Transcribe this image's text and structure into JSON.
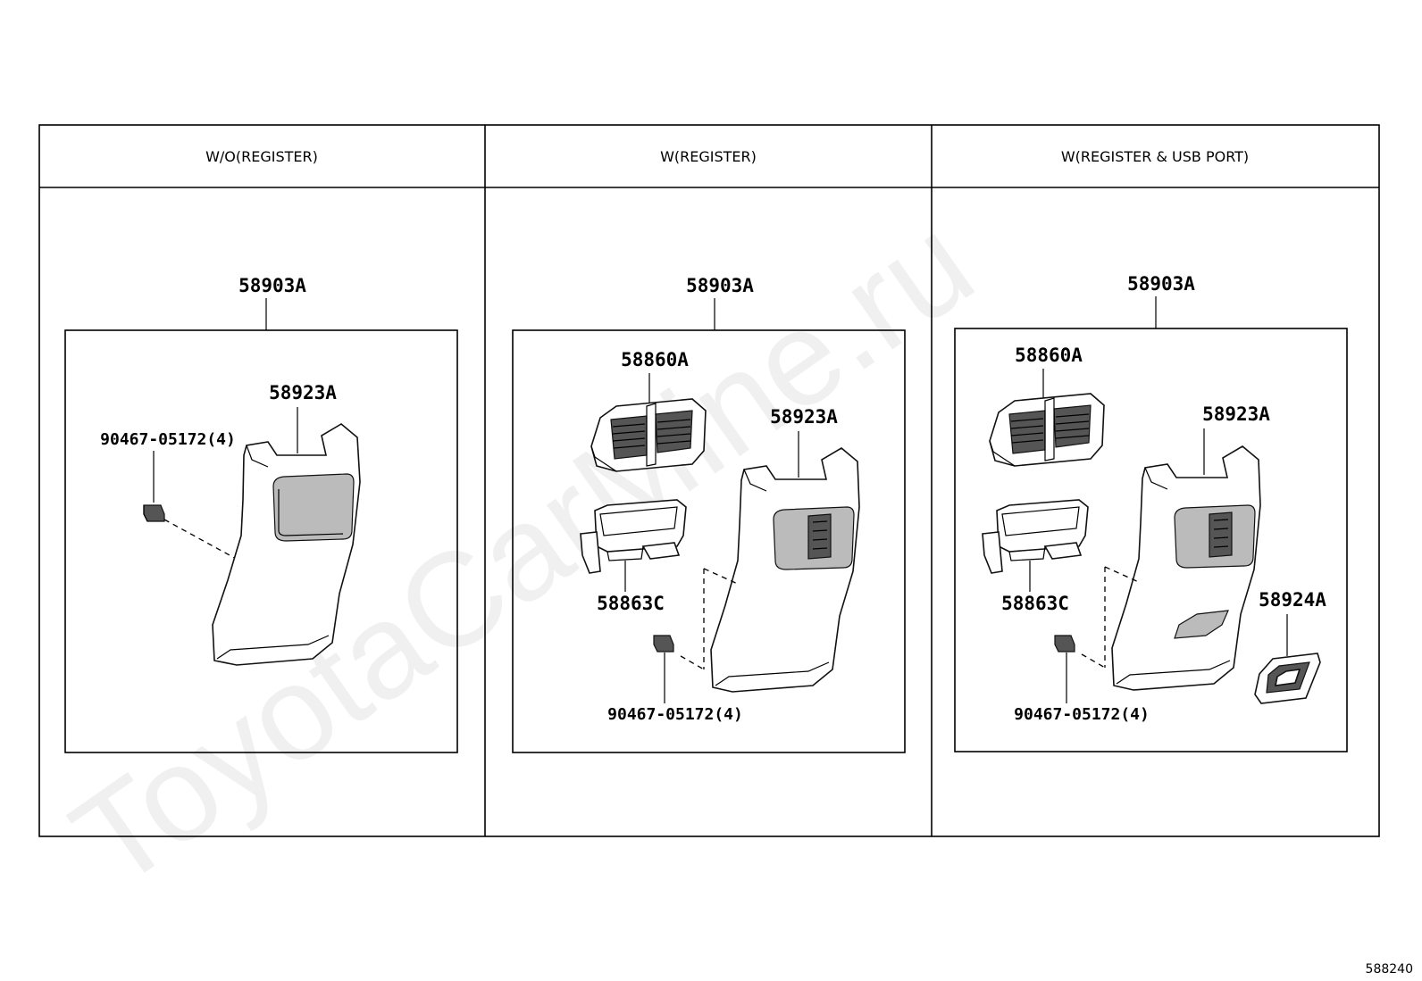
{
  "watermark": "ToyotaCarMine.ru",
  "figure_number": "588240",
  "columns": [
    {
      "header": "W/O(REGISTER)",
      "assembly_label": "58903A",
      "parts": {
        "panel": "58923A",
        "clip": "90467-05172(4)"
      }
    },
    {
      "header": "W(REGISTER)",
      "assembly_label": "58903A",
      "parts": {
        "register": "58860A",
        "duct": "58863C",
        "panel": "58923A",
        "clip": "90467-05172(4)"
      }
    },
    {
      "header": "W(REGISTER & USB PORT)",
      "assembly_label": "58903A",
      "parts": {
        "register": "58860A",
        "duct": "58863C",
        "panel": "58923A",
        "usb_port": "58924A",
        "clip": "90467-05172(4)"
      }
    }
  ]
}
